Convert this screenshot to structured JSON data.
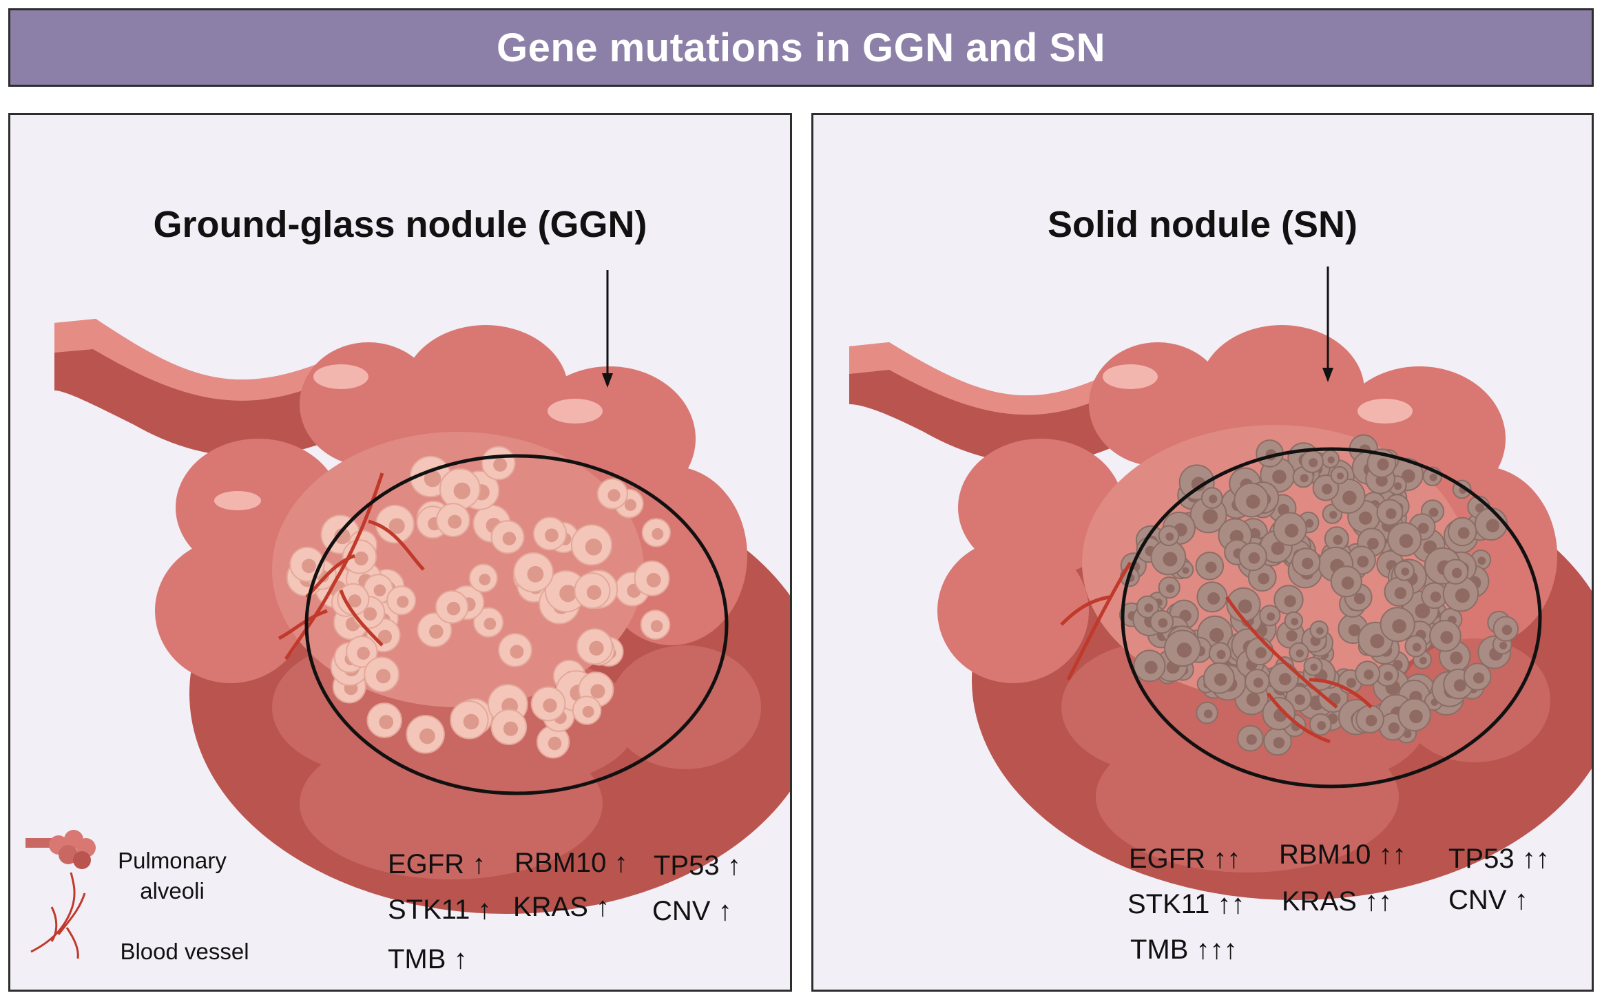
{
  "title": "Gene mutations in GGN and SN",
  "ggn": {
    "title": "Ground-glass nodule (GGN)",
    "markers": [
      "EGFR ↑",
      "RBM10 ↑",
      "TP53 ↑",
      "STK11 ↑",
      "KRAS ↑",
      "CNV ↑",
      "TMB ↑"
    ]
  },
  "sn": {
    "title": "Solid nodule (SN)",
    "markers": [
      "EGFR ↑↑",
      "RBM10 ↑↑",
      "TP53 ↑↑",
      "STK11 ↑↑",
      "KRAS ↑↑",
      "CNV ↑",
      "TMB ↑↑↑"
    ]
  },
  "legend": {
    "alveoli_line1": "Pulmonary",
    "alveoli_line2": "alveoli",
    "vessel": "Blood vessel"
  },
  "colors": {
    "banner": "#8c80a9",
    "panel_bg": "#f3eff7",
    "tissue": "#d97872",
    "tissue_dark": "#b9544e",
    "ggn_cell": "#f3c6b9",
    "sn_cell": "#a98d85",
    "vessel": "#c0392b"
  }
}
